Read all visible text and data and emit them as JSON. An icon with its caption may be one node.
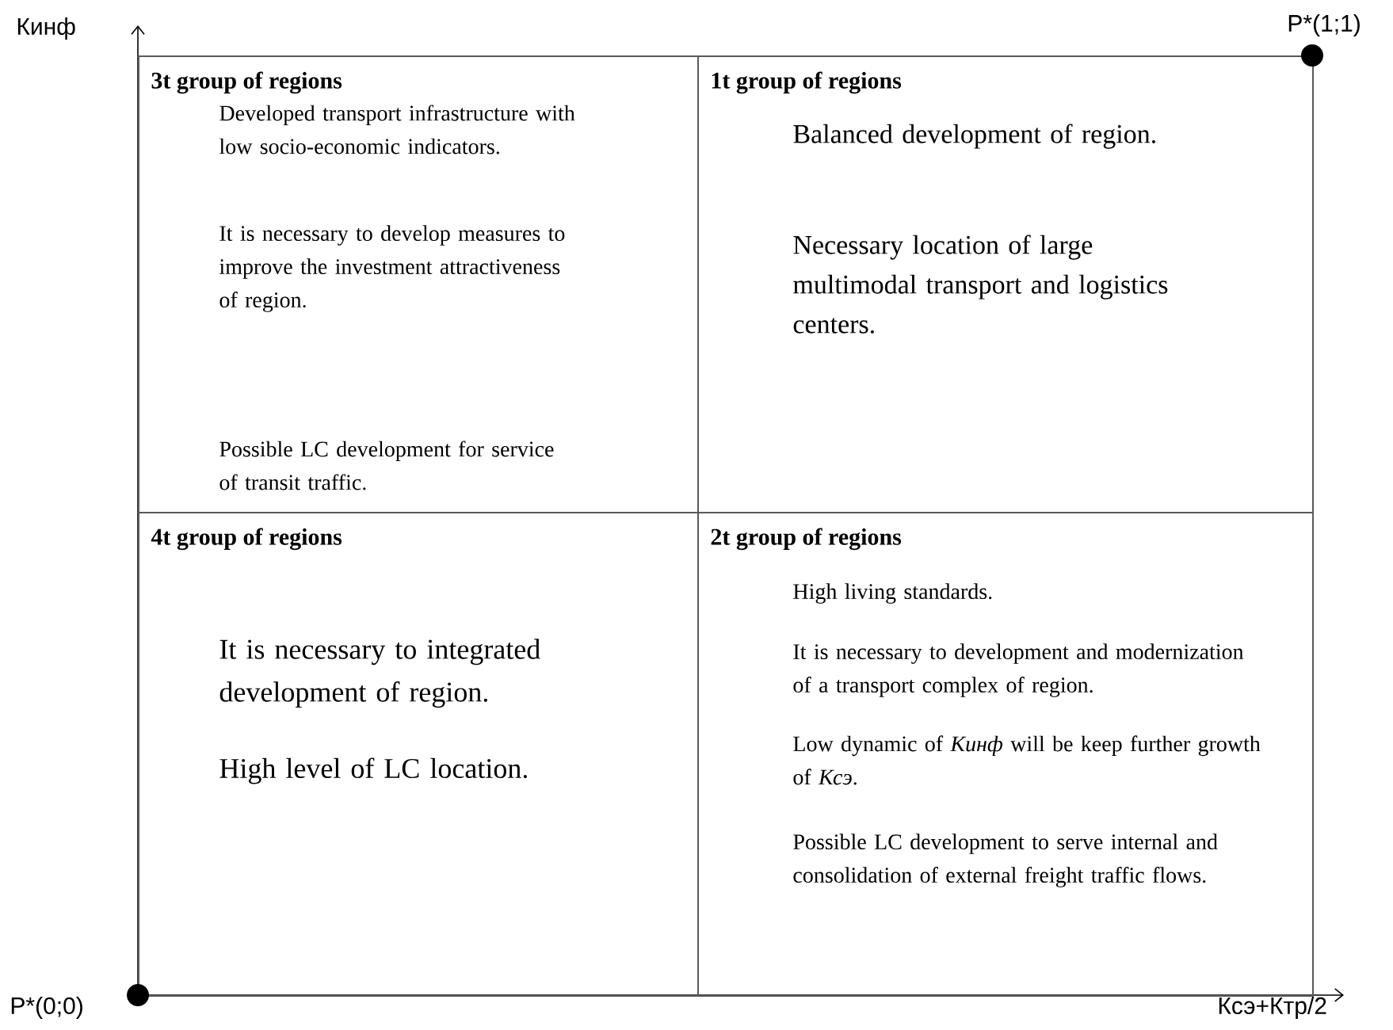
{
  "diagram": {
    "nodes": [
      {
        "text": [
          "3t group of regions",
          "Developed transport infrastructure with low socio-economic indicators.",
          "It is necessary to develop measures to improve the investment attractiveness of region.",
          "Possible LC development for service of transit traffic."
        ]
      },
      {
        "text": [
          "1t group of regions",
          "Balanced development of region.",
          "Necessary location of large multimodal transport and logistics centers."
        ]
      },
      {
        "text": [
          "4t group of regions",
          "It is necessary to integrated development of region.",
          "High level of LC location."
        ]
      },
      {
        "text": [
          "2t group of regions",
          "High living standards.",
          "It is necessary to development and modernization of a transport complex of region.",
          "Low dynamic of *Кинф* will be keep further growth of *Ксэ*.",
          "Possible LC development to serve internal and consolidation of external freight traffic flows."
        ]
      }
    ],
    "labels": [
      "Кинф",
      "P*(1;1)",
      "P*(0;0)",
      "Ксэ+Ктр/2"
    ]
  }
}
